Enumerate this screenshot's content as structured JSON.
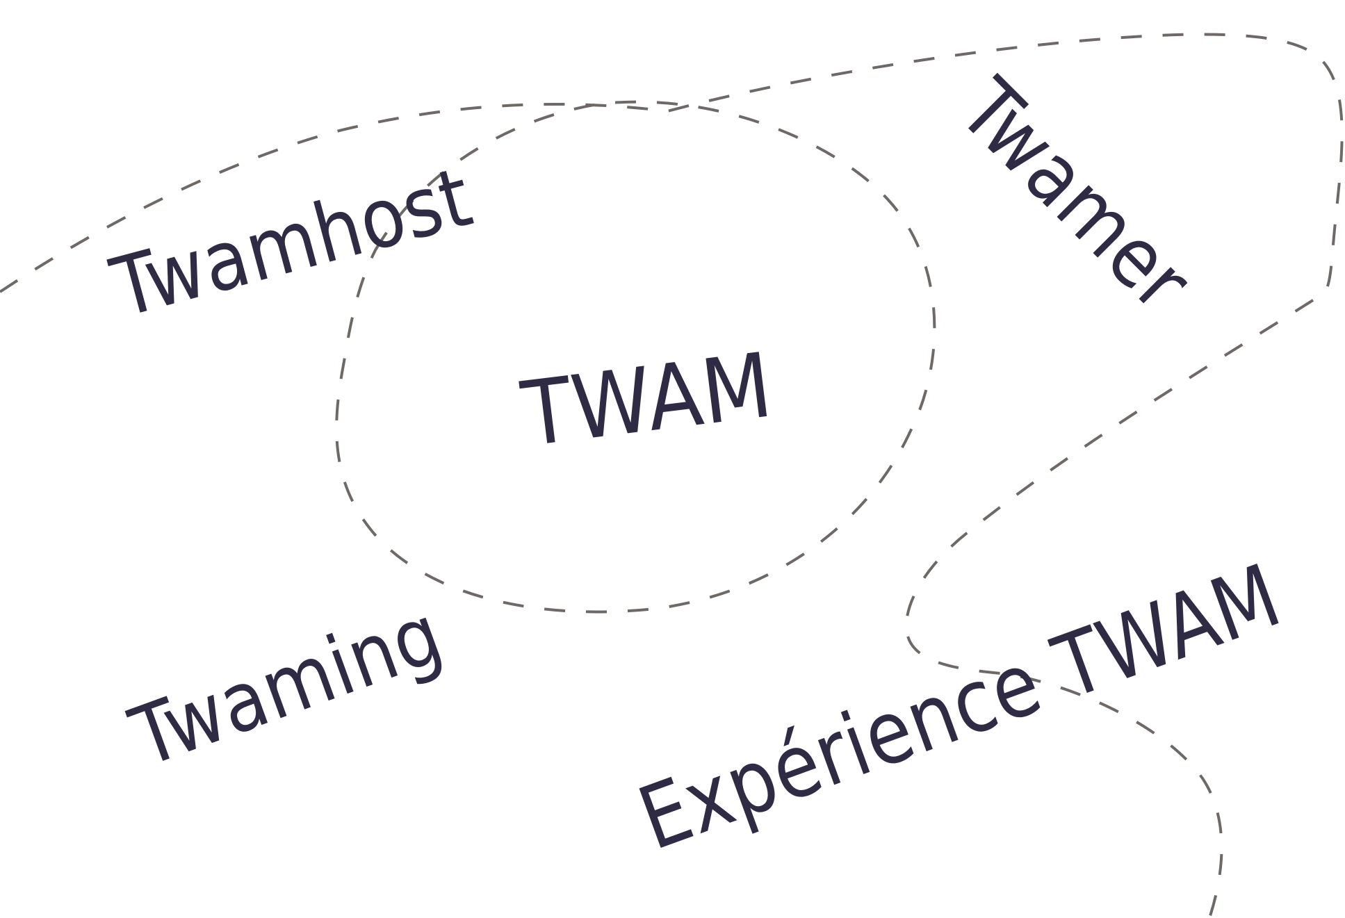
{
  "diagram": {
    "background": "#ffffff",
    "text_color": "#2f2b45",
    "line_color": "#6e6866",
    "line_style": "dashed",
    "center_label": "TWAM",
    "labels": [
      {
        "id": "twamhost",
        "text": "Twamhost"
      },
      {
        "id": "twamer",
        "text": "Twamer"
      },
      {
        "id": "twam",
        "text": "TWAM"
      },
      {
        "id": "twaming",
        "text": "Twaming"
      },
      {
        "id": "experience",
        "text": "Expérience TWAM"
      }
    ],
    "shapes": [
      {
        "id": "central-loop",
        "description": "dashed loop enclosing TWAM"
      },
      {
        "id": "outer-loop",
        "description": "dashed loop passing by Twamhost and around Twamer"
      },
      {
        "id": "lower-arc",
        "description": "dashed arc passing by Expérience TWAM"
      }
    ]
  }
}
